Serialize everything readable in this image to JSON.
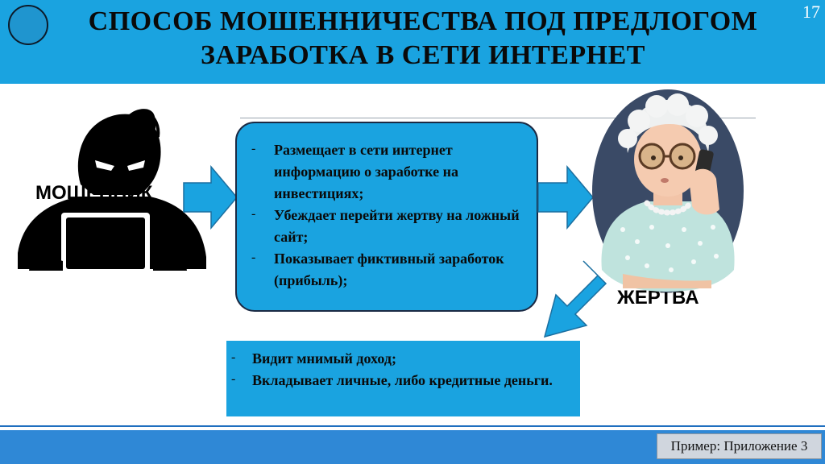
{
  "header": {
    "title_line1": "СПОСОБ МОШЕННИЧЕСТВА ПОД ПРЕДЛОГОМ",
    "title_line2": "ЗАРАБОТКА В СЕТИ ИНТЕРНЕТ",
    "slide_number": "17"
  },
  "left": {
    "label": "МОШЕННИК"
  },
  "right": {
    "label": "ЖЕРТВА"
  },
  "central_box": {
    "items": [
      "Размещает в сети интернет информацию о заработке на инвестициях;",
      "Убеждает перейти жертву на ложный сайт;",
      "Показывает фиктивный заработок (прибыль);"
    ]
  },
  "lower_box": {
    "items": [
      "Видит мнимый доход;",
      "Вкладывает личные, либо кредитные деньги."
    ]
  },
  "footer": {
    "note": "Пример: Приложение 3"
  },
  "colors": {
    "accent": "#1aa3e0",
    "footer": "#2f88d6",
    "text": "#0a0a0a"
  }
}
